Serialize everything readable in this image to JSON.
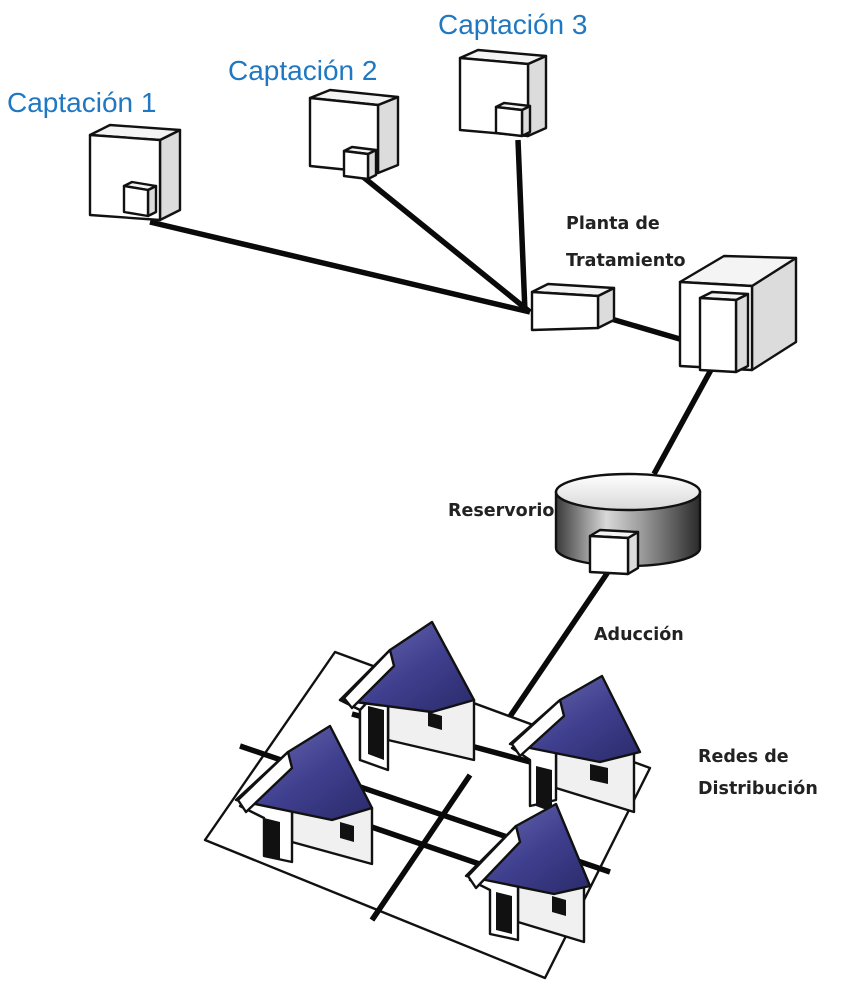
{
  "labels": {
    "captacion_1": "Captación 1",
    "captacion_2": "Captación 2",
    "captacion_3": "Captación 3",
    "planta_line1": "Planta de",
    "planta_line2": "Tratamiento",
    "reservorio": "Reservorio",
    "aduccion": "Aducción",
    "redes_line1": "Redes de",
    "redes_line2": "Distribución"
  },
  "colors": {
    "label_blue": "#1f78c1",
    "roof_blue": "#3f3f8f",
    "pipe": "#0a0a0a"
  }
}
